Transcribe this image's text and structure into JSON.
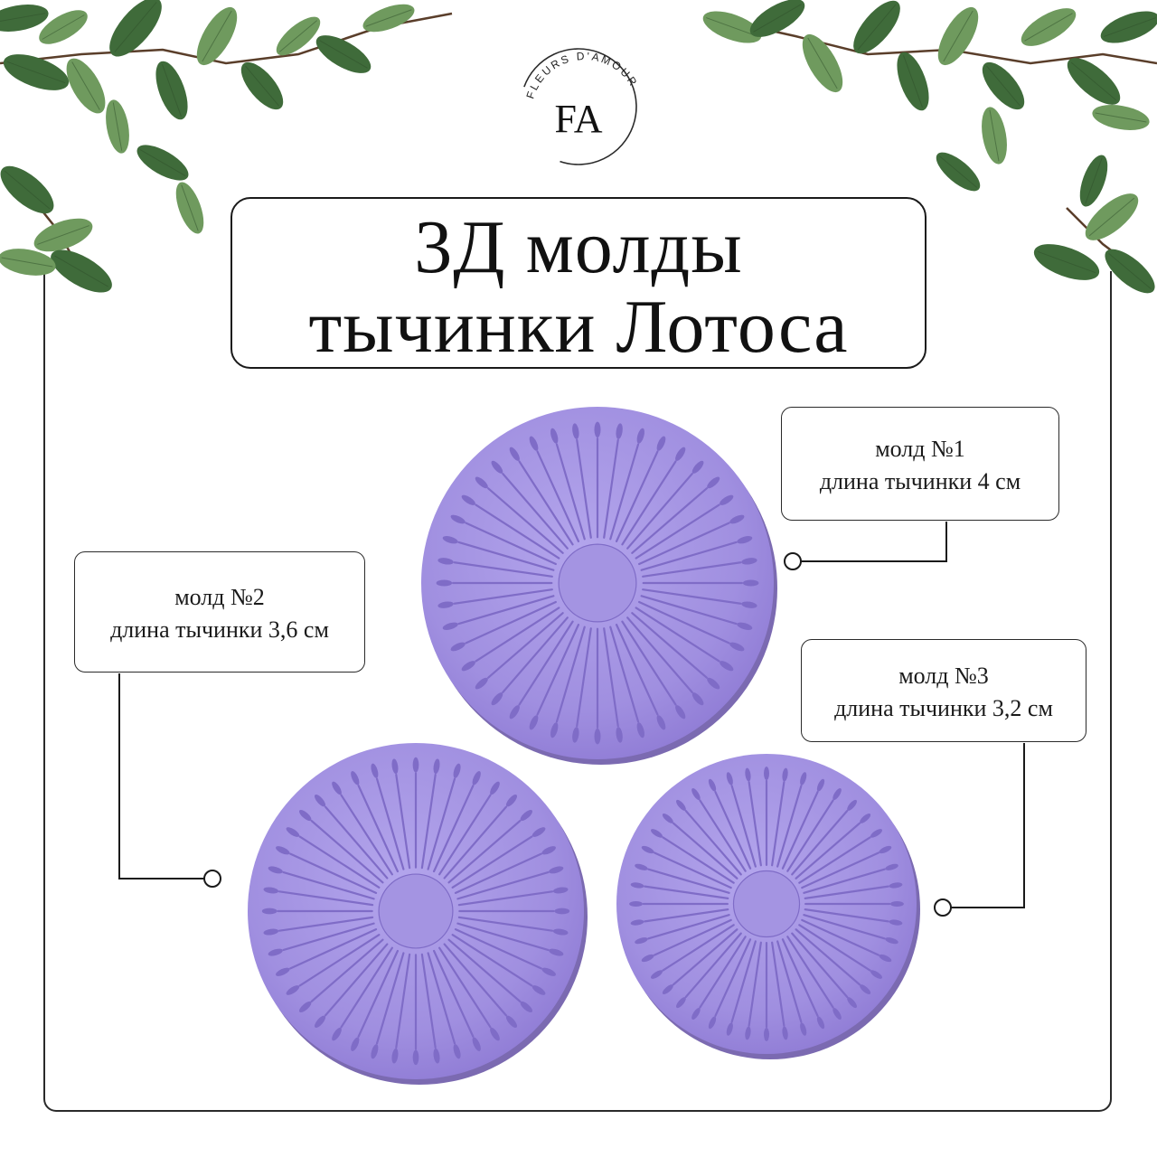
{
  "title": {
    "line1": "3Д молды",
    "line2": "тычинки Лотоса"
  },
  "logo": {
    "brand": "FLEURS D'AMOUR",
    "monogram": "FA"
  },
  "molds": [
    {
      "name": "молд №1",
      "length": "длина тычинки 4 см",
      "stamen_count": 44
    },
    {
      "name": "молд №2",
      "length": "длина тычинки 3,6 см",
      "stamen_count": 44
    },
    {
      "name": "молд №3",
      "length": "длина тычинки 3,2 см",
      "stamen_count": 44
    }
  ],
  "colors": {
    "mold": "#a08fe0",
    "mold_edge": "#7a68b8",
    "groove": "#7f6cc7",
    "leaf_dark": "#3f6b3a",
    "leaf_light": "#6f9a5e",
    "stem": "#5a3e2a",
    "line": "#1a1a1a"
  },
  "icons": {
    "decor": "eucalyptus-leaves-icon",
    "connector": "circle-pointer-icon"
  }
}
